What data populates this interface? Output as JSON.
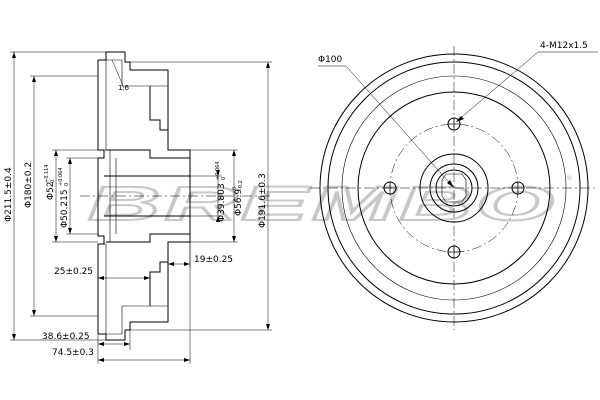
{
  "watermark": {
    "brand": "BREMBO",
    "registered": "®"
  },
  "section_view": {
    "dims": {
      "outer_dia": "Φ211.5±0.4",
      "face_dia": "Φ180±0.2",
      "pilot_dia": "Φ52",
      "pilot_tol_upper": "+0.114",
      "pilot_tol_lower": "0",
      "pilot_dia_2": "Φ50.215",
      "pilot_tol_2_upper": "+0.064",
      "pilot_tol_2_lower": "0",
      "bore_dia": "Φ39.803",
      "bore_tol_upper": "+0.064",
      "bore_tol_lower": "0",
      "hub_dia": "Φ56.9",
      "hub_tol_upper": "0",
      "hub_tol_lower": "-0.2",
      "drum_inner_dia": "Φ191.6±0.3",
      "depth_25": "25±0.25",
      "depth_19": "19±0.25",
      "depth_38": "38.6±0.25",
      "depth_74": "74.5±0.3",
      "wall": "1.6"
    }
  },
  "front_view": {
    "pcd": "Φ100",
    "bolts": "4-M12x1.5"
  }
}
